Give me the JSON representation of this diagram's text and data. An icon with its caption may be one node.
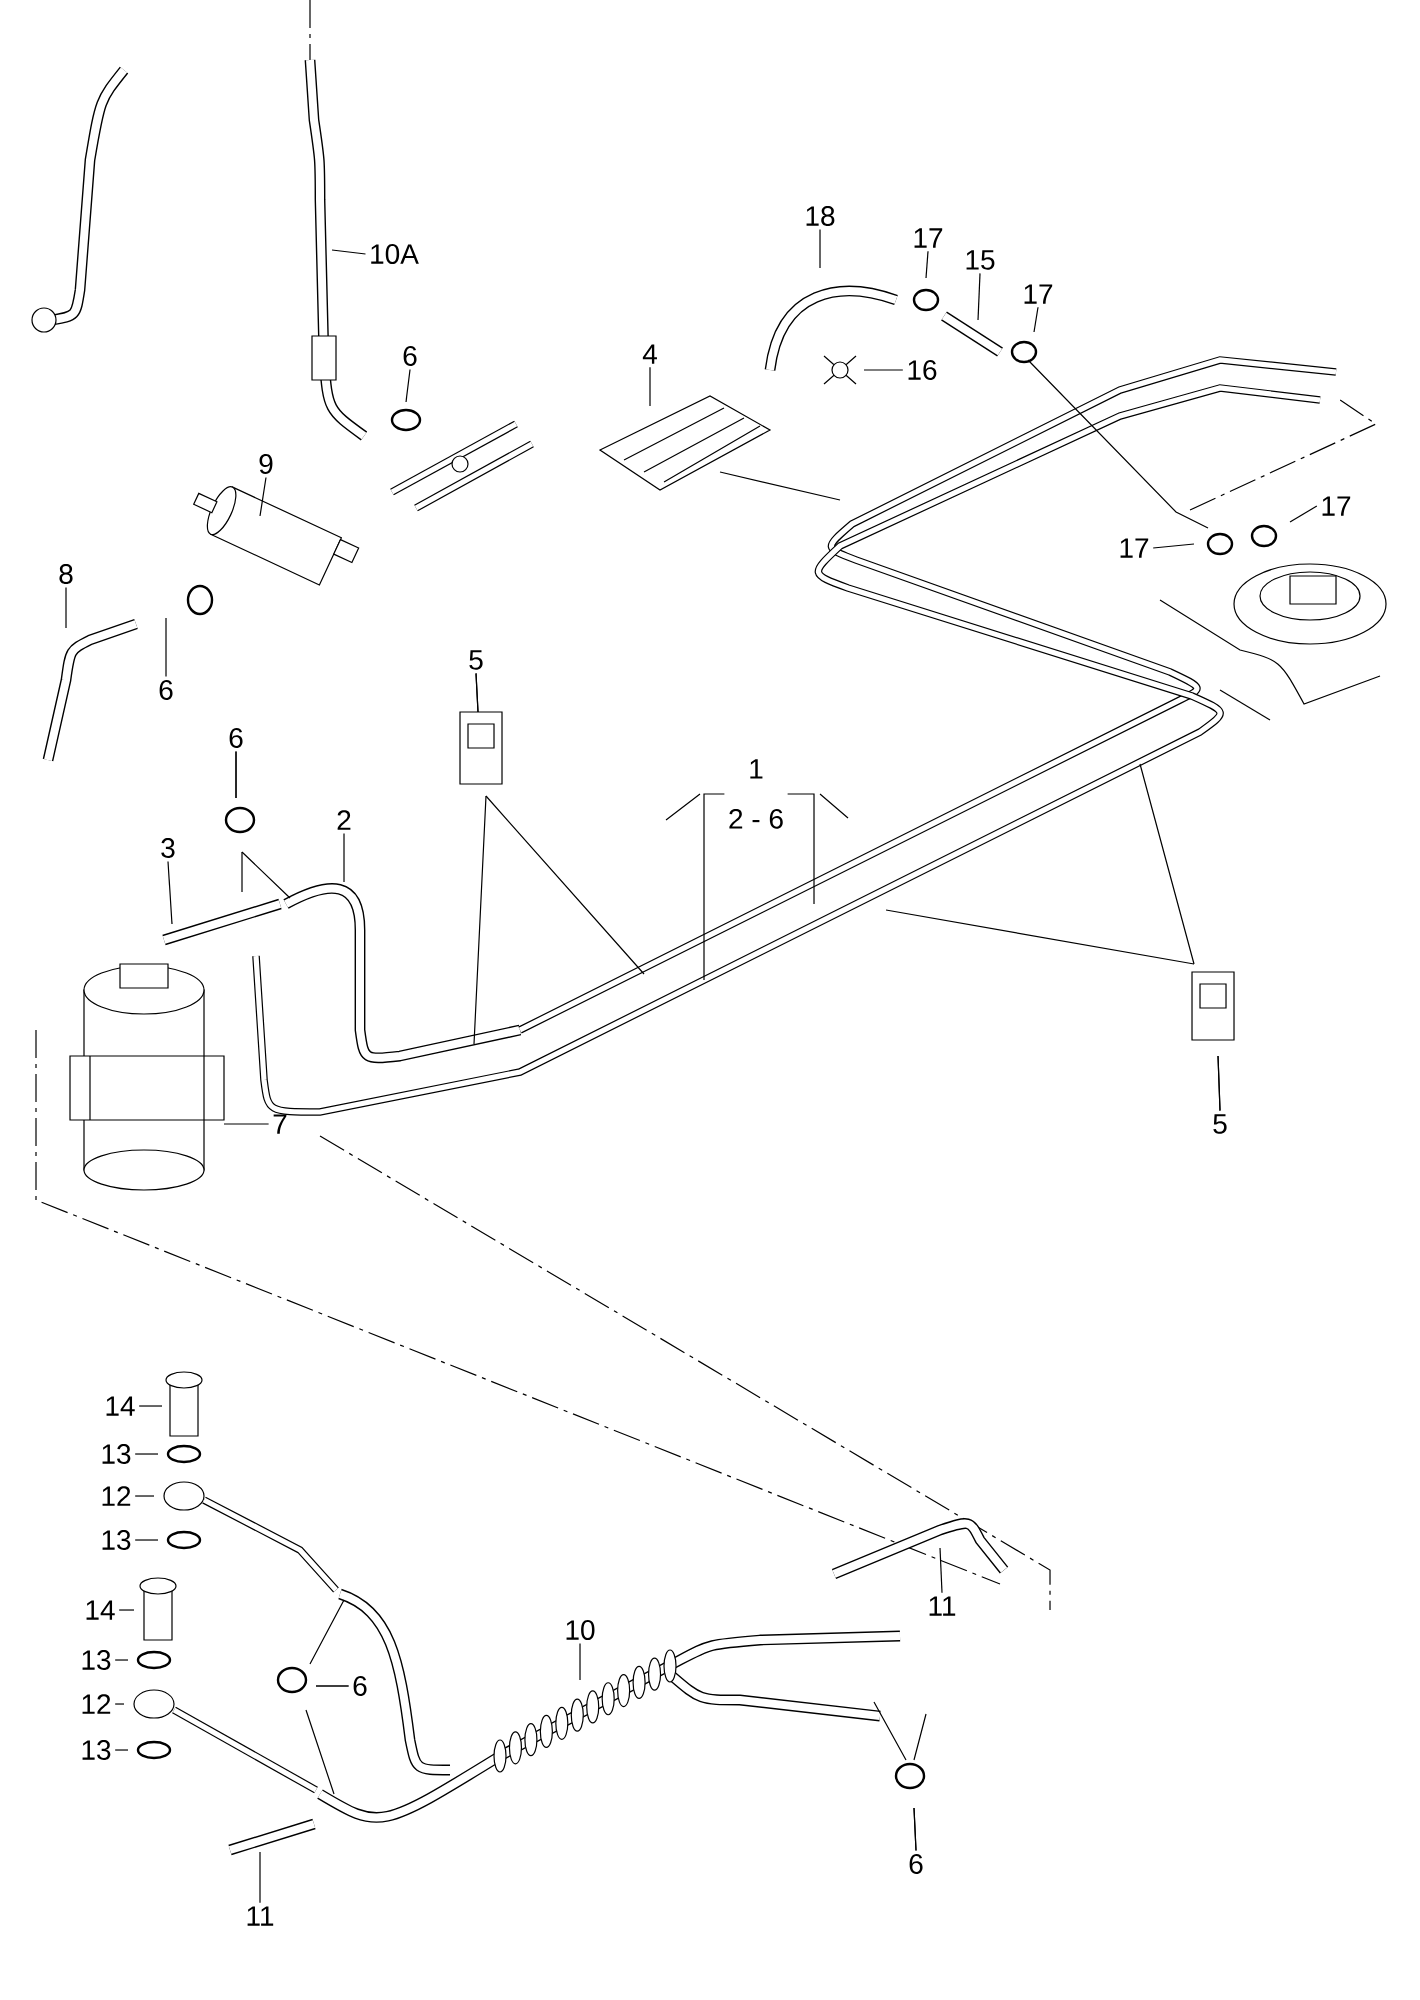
{
  "diagram": {
    "nodes": [
      {
        "text": [
          "10A"
        ]
      },
      {
        "text": [
          "6"
        ]
      },
      {
        "text": [
          "9"
        ]
      },
      {
        "text": [
          "8"
        ]
      },
      {
        "text": [
          "6"
        ]
      },
      {
        "text": [
          "6"
        ]
      },
      {
        "text": [
          "3"
        ]
      },
      {
        "text": [
          "2"
        ]
      },
      {
        "text": [
          "5"
        ]
      },
      {
        "text": [
          "1",
          "2 - 6"
        ]
      },
      {
        "text": [
          "4"
        ]
      },
      {
        "text": [
          "18"
        ]
      },
      {
        "text": [
          "17"
        ]
      },
      {
        "text": [
          "15"
        ]
      },
      {
        "text": [
          "17"
        ]
      },
      {
        "text": [
          "16"
        ]
      },
      {
        "text": [
          "17"
        ]
      },
      {
        "text": [
          "17"
        ]
      },
      {
        "text": [
          "5"
        ]
      },
      {
        "text": [
          "7"
        ]
      },
      {
        "text": [
          "14"
        ]
      },
      {
        "text": [
          "13"
        ]
      },
      {
        "text": [
          "12"
        ]
      },
      {
        "text": [
          "13"
        ]
      },
      {
        "text": [
          "14"
        ]
      },
      {
        "text": [
          "13"
        ]
      },
      {
        "text": [
          "12"
        ]
      },
      {
        "text": [
          "13"
        ]
      },
      {
        "text": [
          "6"
        ]
      },
      {
        "text": [
          "10"
        ]
      },
      {
        "text": [
          "11"
        ]
      },
      {
        "text": [
          "6"
        ]
      },
      {
        "text": [
          "11"
        ]
      }
    ],
    "edges": [
      {
        "from": 0,
        "to": null,
        "arrow": "none"
      },
      {
        "from": 1,
        "to": null,
        "arrow": "none"
      },
      {
        "from": 2,
        "to": null,
        "arrow": "none"
      },
      {
        "from": 3,
        "to": null,
        "arrow": "none"
      },
      {
        "from": 4,
        "to": null,
        "arrow": "none"
      },
      {
        "from": 5,
        "to": null,
        "arrow": "none"
      },
      {
        "from": 5,
        "to": null,
        "arrow": "none"
      },
      {
        "from": 6,
        "to": null,
        "arrow": "none"
      },
      {
        "from": 7,
        "to": null,
        "arrow": "none"
      },
      {
        "from": 8,
        "to": null,
        "arrow": "none"
      },
      {
        "from": 8,
        "to": null,
        "arrow": "none"
      },
      {
        "from": 9,
        "to": null,
        "arrow": "none"
      },
      {
        "from": 9,
        "to": null,
        "arrow": "none"
      },
      {
        "from": 10,
        "to": null,
        "arrow": "none"
      },
      {
        "from": 11,
        "to": null,
        "arrow": "none"
      },
      {
        "from": 12,
        "to": null,
        "arrow": "none"
      },
      {
        "from": 13,
        "to": null,
        "arrow": "none"
      },
      {
        "from": 14,
        "to": null,
        "arrow": "none"
      },
      {
        "from": 15,
        "to": null,
        "arrow": "none"
      },
      {
        "from": 16,
        "to": null,
        "arrow": "none"
      },
      {
        "from": 17,
        "to": null,
        "arrow": "none"
      },
      {
        "from": 18,
        "to": null,
        "arrow": "none"
      },
      {
        "from": 18,
        "to": null,
        "arrow": "none"
      },
      {
        "from": 19,
        "to": null,
        "arrow": "none"
      },
      {
        "from": 20,
        "to": null,
        "arrow": "none"
      },
      {
        "from": 21,
        "to": null,
        "arrow": "none"
      },
      {
        "from": 22,
        "to": null,
        "arrow": "none"
      },
      {
        "from": 23,
        "to": null,
        "arrow": "none"
      },
      {
        "from": 24,
        "to": null,
        "arrow": "none"
      },
      {
        "from": 25,
        "to": null,
        "arrow": "none"
      },
      {
        "from": 26,
        "to": null,
        "arrow": "none"
      },
      {
        "from": 27,
        "to": null,
        "arrow": "none"
      },
      {
        "from": 28,
        "to": null,
        "arrow": "none"
      },
      {
        "from": 28,
        "to": null,
        "arrow": "none"
      },
      {
        "from": 29,
        "to": null,
        "arrow": "none"
      },
      {
        "from": 30,
        "to": null,
        "arrow": "none"
      },
      {
        "from": 31,
        "to": null,
        "arrow": "none"
      },
      {
        "from": 31,
        "to": null,
        "arrow": "none"
      },
      {
        "from": 32,
        "to": null,
        "arrow": "none"
      }
    ]
  }
}
